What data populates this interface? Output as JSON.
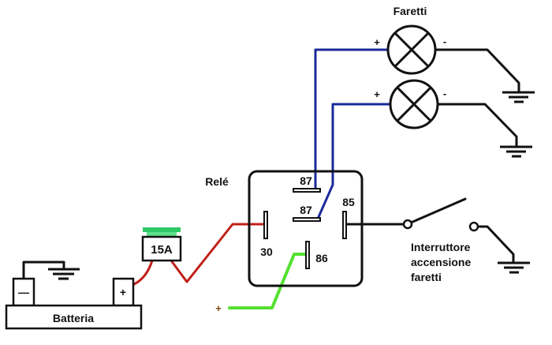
{
  "labels": {
    "lamps_title": "Faretti",
    "relay_title": "Relé",
    "battery": "Batteria",
    "fuse": "15A",
    "battery_minus": "—",
    "battery_plus": "+",
    "lamp1_plus": "+",
    "lamp1_minus": "-",
    "lamp2_plus": "+",
    "lamp2_minus": "-",
    "pin_87_top": "87",
    "pin_87_bottom": "87",
    "pin_85": "85",
    "pin_30": "30",
    "pin_86": "86",
    "switch_line1": "Interruttore",
    "switch_line2": "accensione",
    "switch_line3": "faretti",
    "supply_plus": "+"
  },
  "colors": {
    "power_wire": "#c0201a",
    "lamp_wire": "#1a2a9a",
    "control_wire": "#55e030",
    "ground_wire": "#111111",
    "fuse_cap": "#2ec866",
    "fuse_cap_light": "#5fe08a",
    "supply_plus": "#7a4a10"
  }
}
